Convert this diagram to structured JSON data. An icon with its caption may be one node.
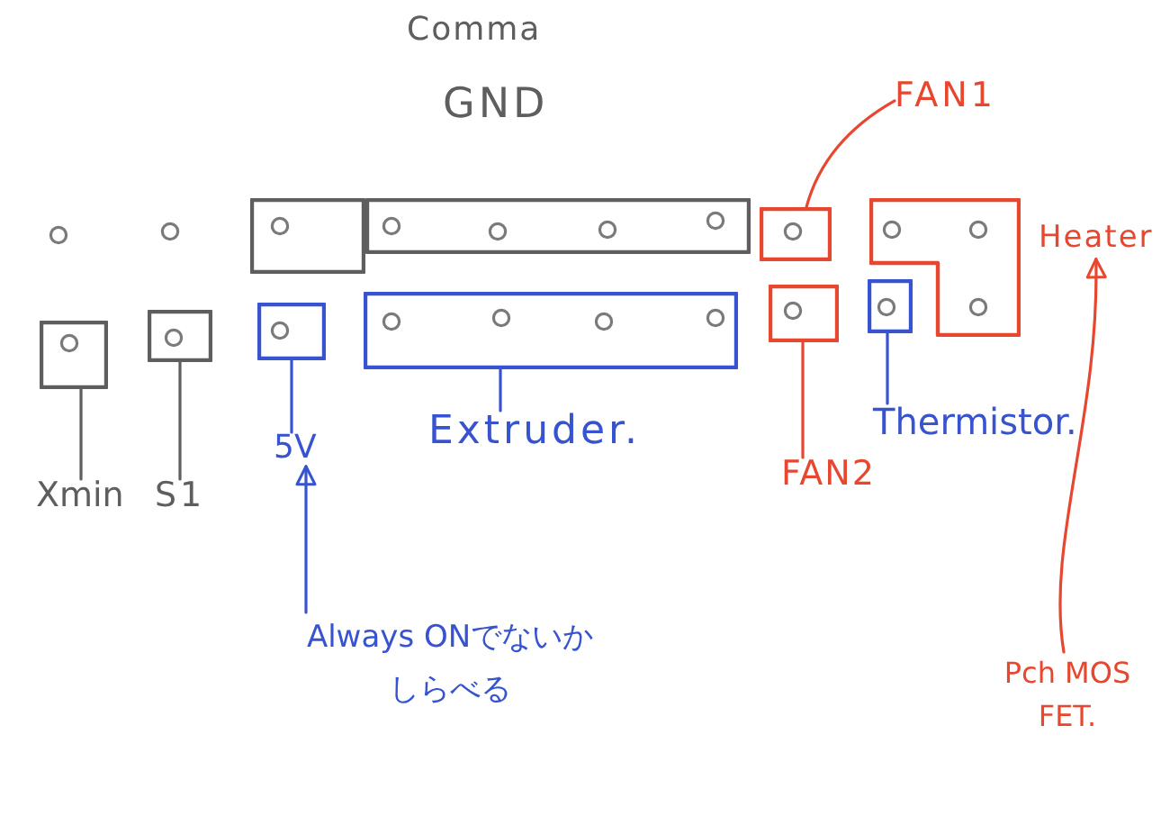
{
  "diagram": {
    "nodes": [
      {
        "text": [
          "FAN1"
        ]
      },
      {
        "text": [],
        "shape": "box"
      },
      {
        "text": [],
        "shape": "box"
      },
      {
        "text": [],
        "shape": "box"
      },
      {
        "text": [],
        "shape": "box"
      },
      {
        "text": [
          "Heater"
        ]
      },
      {
        "text": [],
        "shape": "box"
      },
      {
        "text": [],
        "shape": "box"
      },
      {
        "text": [],
        "shape": "box"
      },
      {
        "text": [],
        "shape": "box"
      },
      {
        "text": [],
        "shape": "box"
      },
      {
        "text": [],
        "shape": "box"
      },
      {
        "text": [
          "Xmin"
        ]
      },
      {
        "text": [
          "S1"
        ]
      },
      {
        "text": [
          "5V"
        ]
      },
      {
        "text": [
          "Extruder."
        ]
      },
      {
        "text": [
          "Thermistor."
        ]
      },
      {
        "text": [
          "FAN2"
        ]
      },
      {
        "text": [
          "Always ONでないかしらべる"
        ]
      },
      {
        "text": [
          "Pch MOS FET."
        ]
      }
    ],
    "edges": [
      {
        "from": 0,
        "to": 3,
        "arrow": "none",
        "color": "#e8472f"
      },
      {
        "from": 12,
        "to": 6,
        "arrow": "none",
        "color": "#5e5e5e"
      },
      {
        "from": 13,
        "to": 7,
        "arrow": "none",
        "color": "#5e5e5e"
      },
      {
        "from": 14,
        "to": 8,
        "arrow": "none"
      },
      {
        "from": 15,
        "to": 9,
        "arrow": "none"
      },
      {
        "from": 17,
        "to": 10,
        "arrow": "none",
        "color": "#e8472f"
      },
      {
        "from": 16,
        "to": 11,
        "arrow": "none"
      },
      {
        "from": 18,
        "to": 14,
        "arrow": "to"
      },
      {
        "from": 19,
        "to": 5,
        "arrow": "to",
        "color": "#e8472f"
      }
    ],
    "labels": [
      "Comma",
      "GND"
    ]
  }
}
